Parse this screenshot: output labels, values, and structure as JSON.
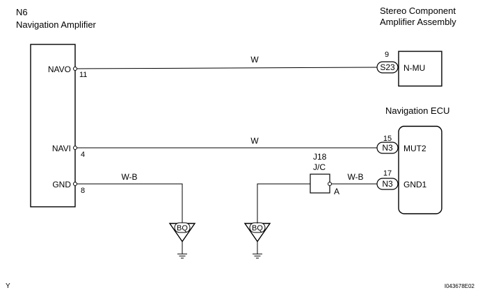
{
  "left_component": {
    "code": "N6",
    "name": "Navigation Amplifier",
    "pins": [
      {
        "label": "NAVO",
        "number": "11"
      },
      {
        "label": "NAVI",
        "number": "4"
      },
      {
        "label": "GND",
        "number": "8"
      }
    ]
  },
  "stereo_component": {
    "name_line1": "Stereo Component",
    "name_line2": "Amplifier Assembly",
    "pin_number": "9",
    "connector": "S23",
    "pin_label": "N-MU"
  },
  "nav_ecu": {
    "name": "Navigation ECU",
    "pins": [
      {
        "number": "15",
        "connector": "N3",
        "label": "MUT2"
      },
      {
        "number": "17",
        "connector": "N3",
        "label": "GND1"
      }
    ]
  },
  "wires": {
    "navo_wire": "W",
    "navi_wire": "W",
    "gnd_wire": "W-B",
    "jc_wire": "W-B"
  },
  "junction": {
    "code": "J18",
    "name": "J/C",
    "terminal": "A"
  },
  "grounds": {
    "left": "BQ",
    "right": "BQ"
  },
  "footer": {
    "left_mark": "Y",
    "figure_id": "I043678E02"
  }
}
